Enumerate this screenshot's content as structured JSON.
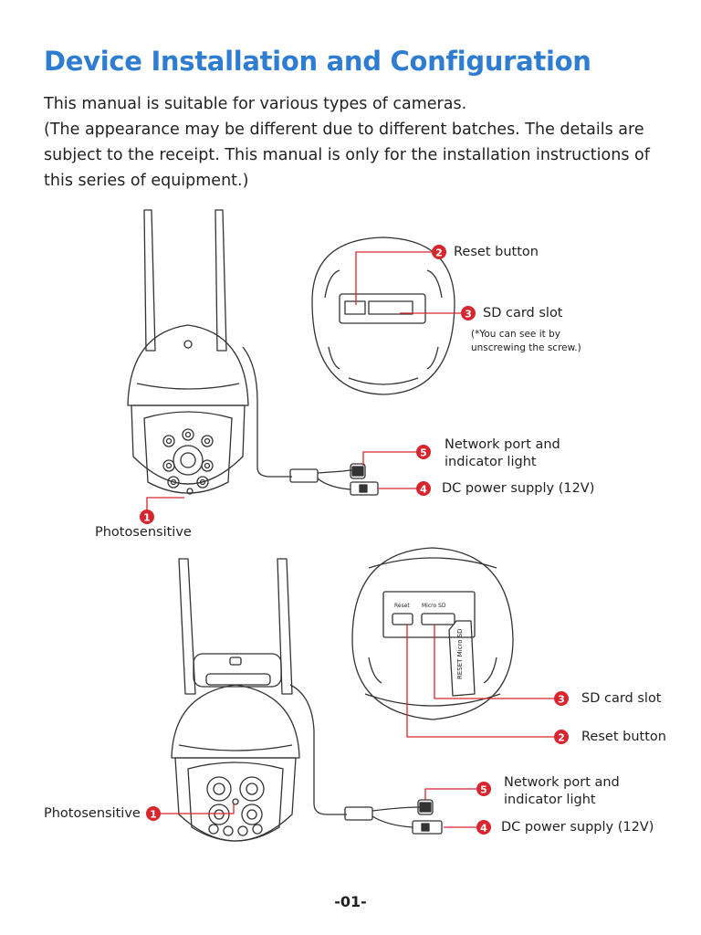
{
  "title": "Device Installation and Configuration",
  "intro": {
    "line1": "This manual is suitable for various types of cameras.",
    "line2": "(The appearance may be different due to different batches. The details are subject to the receipt. This manual is only for the installation instructions of this series of equipment.)"
  },
  "diagram1": {
    "reset_button": "Reset button",
    "sd_card_slot": "SD card slot",
    "sd_note": "(*You can see it by unscrewing the screw.)",
    "network_port": "Network port and indicator light",
    "dc_power": "DC power supply (12V)",
    "photosensitive": "Photosensitive"
  },
  "diagram2": {
    "port_reset_tiny": "Reset",
    "port_micro_sd_tiny": "Micro SD",
    "cover_text": "RESET Micro SD",
    "sd_card_slot": "SD card slot",
    "reset_button": "Reset button",
    "network_port": "Network port and indicator light",
    "dc_power": "DC power supply (12V)",
    "photosensitive": "Photosensitive"
  },
  "markers": {
    "m1": "1",
    "m2": "2",
    "m3": "3",
    "m4": "4",
    "m5": "5"
  },
  "colors": {
    "title": "#2f7dd1",
    "accent_red": "#d8262f",
    "line": "#333333"
  },
  "page_number": "-01-"
}
